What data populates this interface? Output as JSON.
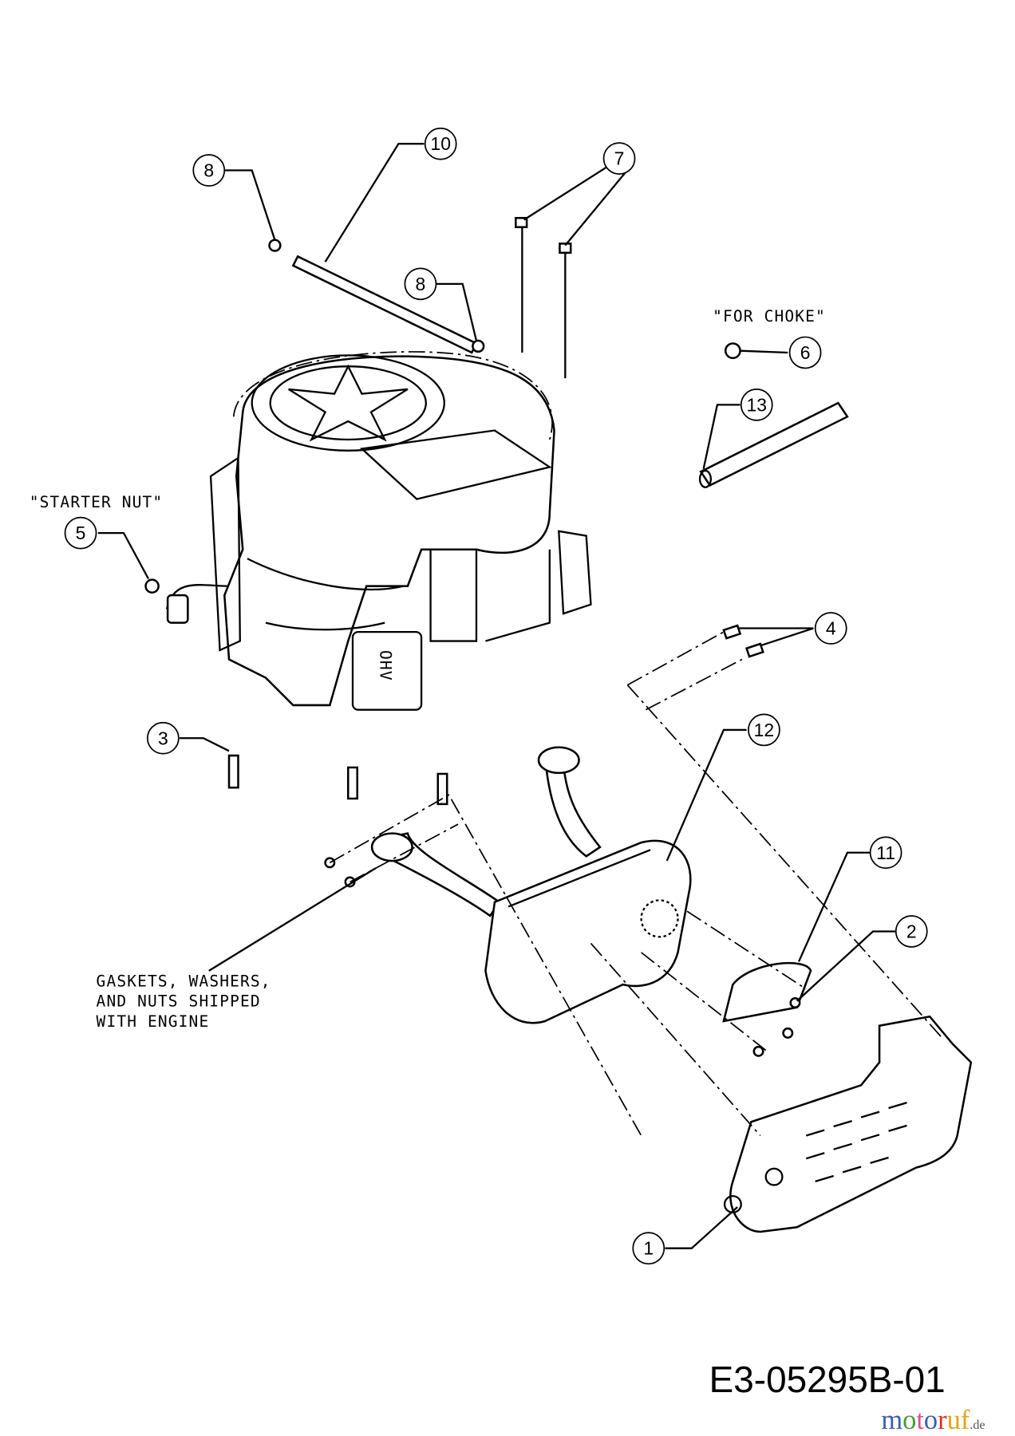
{
  "diagram": {
    "code": "E3-05295B-01",
    "watermark": {
      "name": "motoruf",
      "suffix": ".de",
      "colors": [
        "#3b5fb0",
        "#4a9a3a",
        "#d94f9a",
        "#3b5fb0",
        "#d9342b",
        "#e5a31a",
        "#e5a31a"
      ]
    },
    "notes": {
      "choke": "\"FOR CHOKE\"",
      "starter": "\"STARTER NUT\"",
      "gaskets": [
        "GASKETS, WASHERS,",
        "AND NUTS SHIPPED",
        "WITH ENGINE"
      ]
    },
    "callouts": [
      "1",
      "2",
      "3",
      "4",
      "5",
      "6",
      "7",
      "8",
      "8",
      "10",
      "11",
      "12",
      "13"
    ],
    "engine_label": "OHV"
  }
}
